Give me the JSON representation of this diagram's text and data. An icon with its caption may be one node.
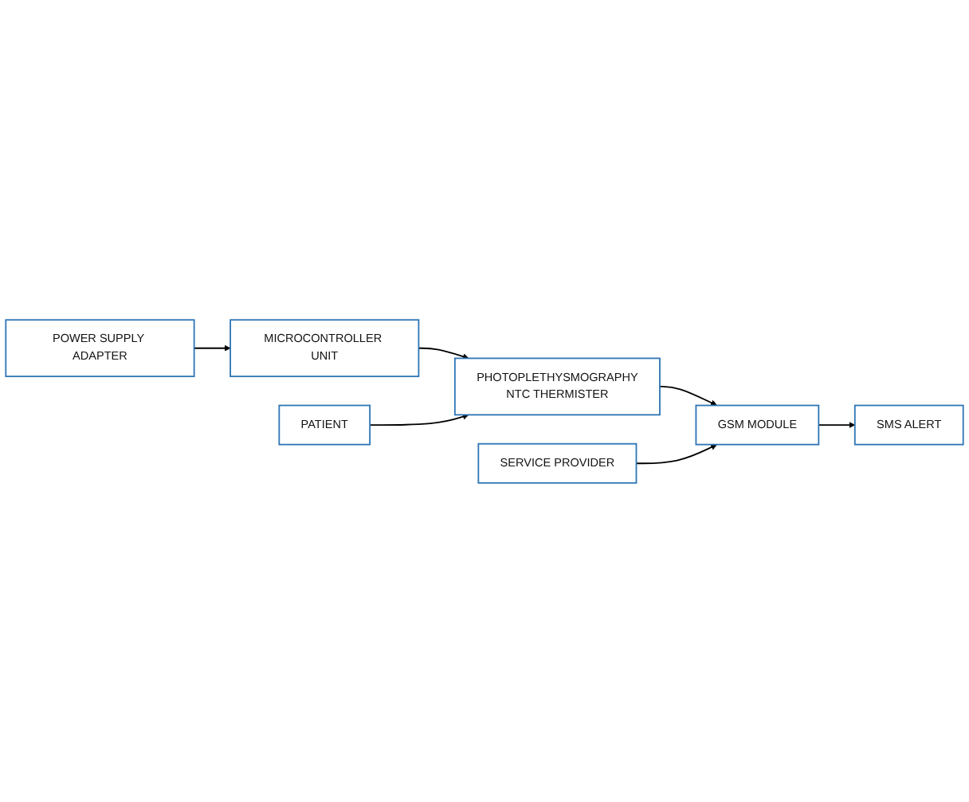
{
  "diagram": {
    "nodes": [
      {
        "text": [
          "MICROCONTROLLER UNIT"
        ]
      },
      {
        "text": [
          "POWER SUPPLY ADAPTER"
        ]
      },
      {
        "text": [
          "PATIENT"
        ]
      },
      {
        "text": [
          "PHOTOPLETHYSMOGRAPHY",
          "NTC THERMISTER"
        ]
      },
      {
        "text": [
          "GSM MODULE"
        ]
      },
      {
        "text": [
          "SERVICE PROVIDER"
        ]
      },
      {
        "text": [
          "SMS ALERT"
        ]
      }
    ],
    "edges": [
      {
        "from": 1,
        "to": 0,
        "arrow": "to"
      },
      {
        "from": 0,
        "to": 3,
        "arrow": "to"
      },
      {
        "from": 2,
        "to": 3,
        "arrow": "to"
      },
      {
        "from": 3,
        "to": 4,
        "arrow": "to"
      },
      {
        "from": 5,
        "to": 4,
        "arrow": "to"
      },
      {
        "from": 4,
        "to": 6,
        "arrow": "to"
      }
    ]
  }
}
